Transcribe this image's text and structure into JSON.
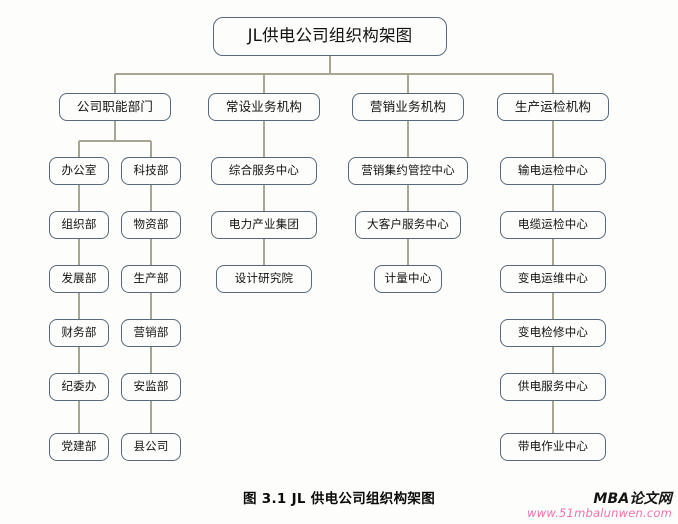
{
  "figure": {
    "title_box": "JL供电公司组织构架图",
    "caption": "图 3.1 JL 供电公司组织构架图"
  },
  "watermark": {
    "brand": "MBA论文网",
    "url": "www.51mbalunwen.com",
    "brand_color": "#141414",
    "url_color": "#ef71ad"
  },
  "style": {
    "box_border_color": "#57697a",
    "connector_color": "#a8a592",
    "background_color": "#fdfdfb"
  },
  "chart_data": {
    "type": "diagram",
    "diagram_type": "organization-chart",
    "title": "JL供电公司组织构架图",
    "root": "JL供电公司组织构架图",
    "levels": 3,
    "branches": [
      {
        "id": "branch-1",
        "label": "公司职能部门",
        "subcolumns": [
          {
            "id": "branch-1-col-a",
            "items": [
              "办公室",
              "组织部",
              "发展部",
              "财务部",
              "纪委办",
              "党建部"
            ]
          },
          {
            "id": "branch-1-col-b",
            "items": [
              "科技部",
              "物资部",
              "生产部",
              "营销部",
              "安监部",
              "县公司"
            ]
          }
        ]
      },
      {
        "id": "branch-2",
        "label": "常设业务机构",
        "subcolumns": [
          {
            "id": "branch-2-col-a",
            "items": [
              "综合服务中心",
              "电力产业集团",
              "设计研究院"
            ]
          }
        ]
      },
      {
        "id": "branch-3",
        "label": "营销业务机构",
        "subcolumns": [
          {
            "id": "branch-3-col-a",
            "items": [
              "营销集约管控中心",
              "大客户服务中心",
              "计量中心"
            ]
          }
        ]
      },
      {
        "id": "branch-4",
        "label": "生产运检机构",
        "subcolumns": [
          {
            "id": "branch-4-col-a",
            "items": [
              "输电运检中心",
              "电缆运检中心",
              "变电运维中心",
              "变电检修中心",
              "供电服务中心",
              "带电作业中心"
            ]
          }
        ]
      }
    ]
  }
}
